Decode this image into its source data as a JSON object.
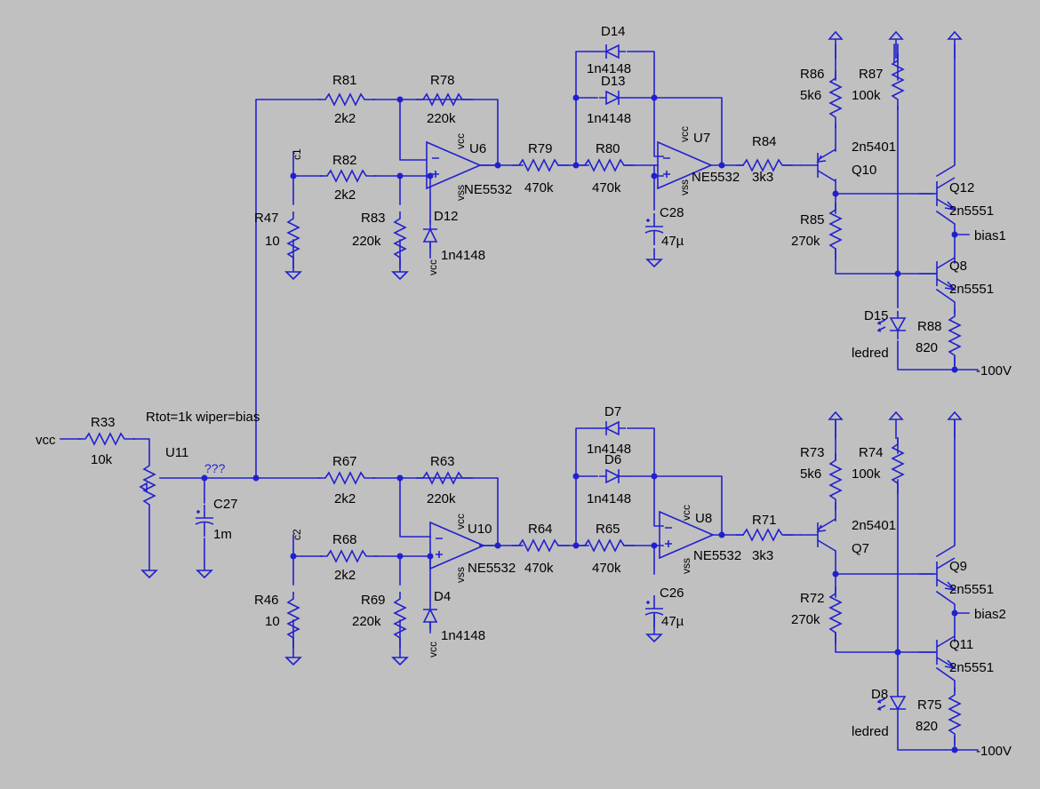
{
  "colors": {
    "background": "#c0c0c0",
    "wire": "#2020d0",
    "text": "#000000"
  },
  "annotation": "Rtot=1k wiper=bias",
  "unknown_label": "???",
  "nets": {
    "vcc": "vcc",
    "vss": "vss",
    "c1": "c1",
    "c2": "c2",
    "bias1": "bias1",
    "bias2": "bias2",
    "neg_rail": "-100V"
  },
  "parts": {
    "R33": [
      "R33",
      "10k"
    ],
    "U11": [
      "U11"
    ],
    "C27": [
      "C27",
      "1m"
    ],
    "R81": [
      "R81",
      "2k2"
    ],
    "R78": [
      "R78",
      "220k"
    ],
    "R82": [
      "R82",
      "2k2"
    ],
    "R47": [
      "R47",
      "10"
    ],
    "R83": [
      "R83",
      "220k"
    ],
    "D12": [
      "D12",
      "1n4148"
    ],
    "U6": [
      "U6",
      "NE5532"
    ],
    "R79": [
      "R79",
      "470k"
    ],
    "R80": [
      "R80",
      "470k"
    ],
    "D14": [
      "D14",
      "1n4148"
    ],
    "D13": [
      "D13",
      "1n4148"
    ],
    "C28": [
      "C28",
      "47µ"
    ],
    "U7": [
      "U7",
      "NE5532"
    ],
    "R84": [
      "R84",
      "3k3"
    ],
    "R86": [
      "R86",
      "5k6"
    ],
    "R87": [
      "R87",
      "100k"
    ],
    "Q10": [
      "Q10",
      "2n5401"
    ],
    "R85": [
      "R85",
      "270k"
    ],
    "Q12": [
      "Q12",
      "2n5551"
    ],
    "Q8": [
      "Q8",
      "2n5551"
    ],
    "D15": [
      "D15",
      "ledred"
    ],
    "R88": [
      "R88",
      "820"
    ],
    "R67": [
      "R67",
      "2k2"
    ],
    "R63": [
      "R63",
      "220k"
    ],
    "R68": [
      "R68",
      "2k2"
    ],
    "R46": [
      "R46",
      "10"
    ],
    "R69": [
      "R69",
      "220k"
    ],
    "D4": [
      "D4",
      "1n4148"
    ],
    "U10": [
      "U10",
      "NE5532"
    ],
    "R64": [
      "R64",
      "470k"
    ],
    "R65": [
      "R65",
      "470k"
    ],
    "D7": [
      "D7",
      "1n4148"
    ],
    "D6": [
      "D6",
      "1n4148"
    ],
    "C26": [
      "C26",
      "47µ"
    ],
    "U8": [
      "U8",
      "NE5532"
    ],
    "R71": [
      "R71",
      "3k3"
    ],
    "R73": [
      "R73",
      "5k6"
    ],
    "R74": [
      "R74",
      "100k"
    ],
    "Q7": [
      "Q7",
      "2n5401"
    ],
    "R72": [
      "R72",
      "270k"
    ],
    "Q9": [
      "Q9",
      "2n5551"
    ],
    "Q11": [
      "Q11",
      "2n5551"
    ],
    "D8": [
      "D8",
      "ledred"
    ],
    "R75": [
      "R75",
      "820"
    ]
  }
}
